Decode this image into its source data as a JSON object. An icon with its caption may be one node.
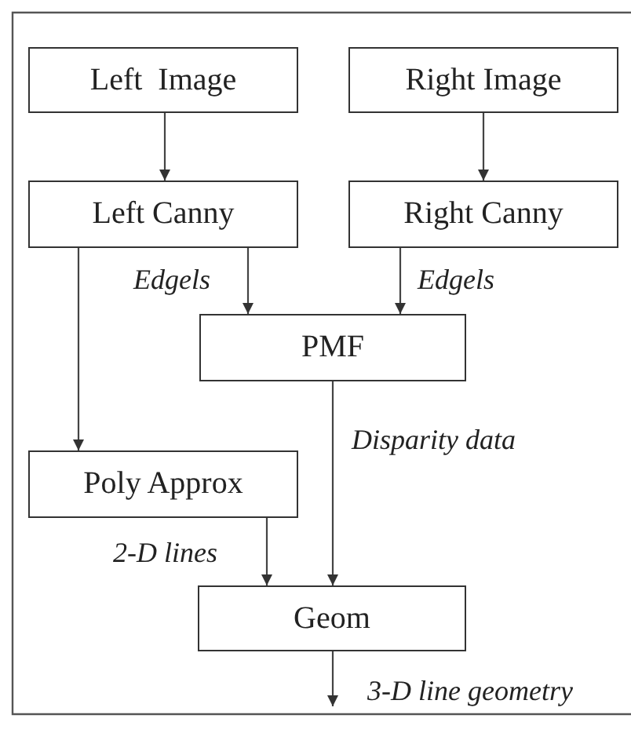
{
  "diagram": {
    "nodes": [
      {
        "text": [
          "Left  Image"
        ]
      },
      {
        "text": [
          "Right Image"
        ]
      },
      {
        "text": [
          "Left Canny"
        ]
      },
      {
        "text": [
          "Right Canny"
        ]
      },
      {
        "text": [
          "PMF"
        ]
      },
      {
        "text": [
          "Poly Approx"
        ]
      },
      {
        "text": [
          "Geom"
        ]
      }
    ],
    "edges": [
      {
        "from": 0,
        "to": 2,
        "arrow": "to"
      },
      {
        "from": 1,
        "to": 3,
        "arrow": "to"
      },
      {
        "from": 2,
        "to": 4,
        "arrow": "to",
        "label": "Edgels"
      },
      {
        "from": 3,
        "to": 4,
        "arrow": "to",
        "label": "Edgels"
      },
      {
        "from": 2,
        "to": 5,
        "arrow": "to"
      },
      {
        "from": 4,
        "to": 6,
        "arrow": "to",
        "label": "Disparity data"
      },
      {
        "from": 5,
        "to": 6,
        "arrow": "to",
        "label": "2-D lines"
      },
      {
        "from": 6,
        "to": null,
        "arrow": "to",
        "label": "3-D line geometry"
      }
    ]
  }
}
